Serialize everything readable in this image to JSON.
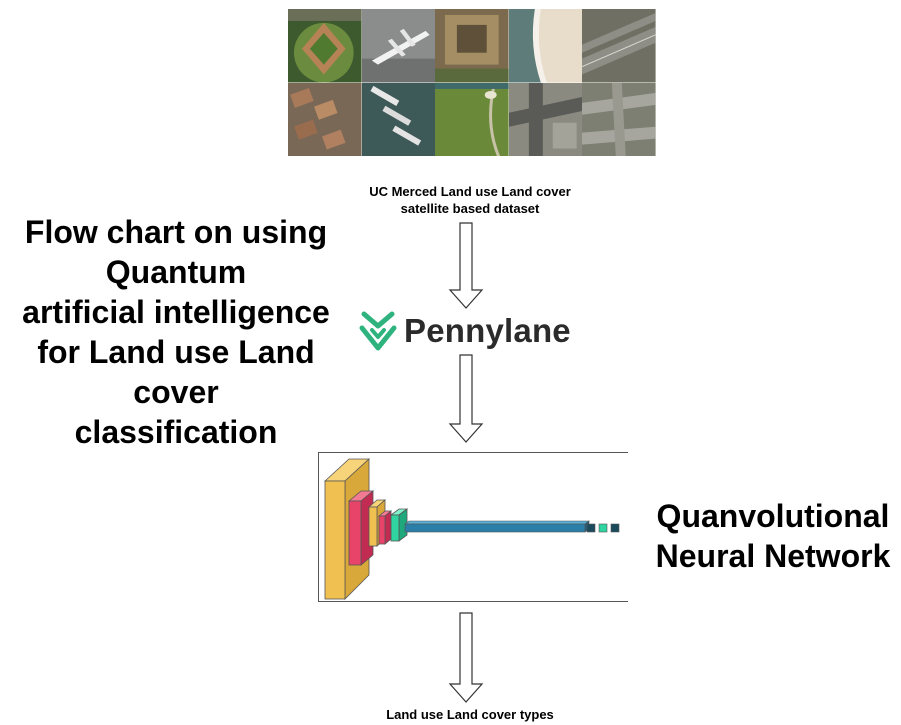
{
  "dataset": {
    "caption_line1": "UC Merced Land use Land cover",
    "caption_line2": "satellite based dataset",
    "tiles": [
      "baseball-diamond",
      "airplane",
      "buildings",
      "beach",
      "freeway",
      "dense-residential",
      "harbor",
      "golf-course",
      "intersection",
      "overpass"
    ]
  },
  "title": {
    "lines": [
      "Flow chart on using",
      "Quantum",
      "artificial intelligence",
      "for Land use Land",
      "cover",
      "classification"
    ]
  },
  "framework": {
    "name": "Pennylane",
    "logo_color": "#2fb37e",
    "text_color": "#2b2b2b"
  },
  "model": {
    "label_line1": "Quanvolutional",
    "label_line2": "Neural Network",
    "layer_colors": {
      "input": "#f0c050",
      "conv": "#e8446a",
      "pool": "#2fd4a0",
      "dense": "#2a7fa8",
      "output": "#1b4a5c"
    }
  },
  "output": {
    "caption": "Land use Land cover types"
  }
}
